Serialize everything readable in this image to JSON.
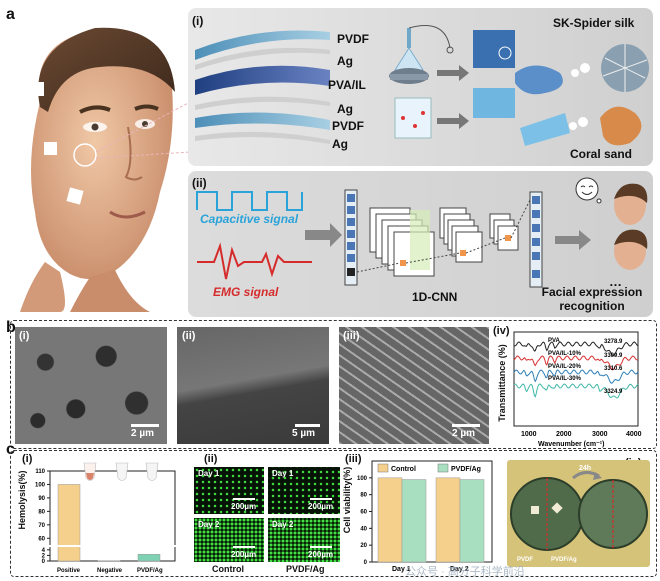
{
  "panel_labels": {
    "a": "a",
    "b": "b",
    "c": "c"
  },
  "a": {
    "i": {
      "tag": "(i)",
      "layers": [
        "PVDF",
        "Ag",
        "PVA/IL",
        "Ag",
        "PVDF",
        "Ag"
      ],
      "titles": [
        "SK-Spider silk",
        "Coral sand"
      ]
    },
    "ii": {
      "tag": "(ii)",
      "signal1": "Capacitive signal",
      "signal2": "EMG signal",
      "network": "1D-CNN",
      "ellipsis": "…",
      "output": "Facial expression recognition"
    }
  },
  "b": {
    "tags": [
      "(i)",
      "(ii)",
      "(iii)",
      "(iv)"
    ],
    "scales": [
      "2 µm",
      "5 µm",
      "2 µm"
    ],
    "ftir": {
      "ylabel": "Transmittance (%)",
      "xlabel": "Wavenumber (cm⁻¹)",
      "xticks": [
        "1000",
        "2000",
        "3000",
        "4000"
      ],
      "series": [
        "PVA",
        "PVA/IL-10%",
        "PVA/IL-20%",
        "PVA/IL-30%"
      ],
      "peaks": [
        "3278.9",
        "3309.9",
        "3310.6",
        "3324.9"
      ],
      "colors": [
        "#222222",
        "#d62f2f",
        "#2c7fb8",
        "#3fb8a6"
      ]
    }
  },
  "c": {
    "tags": [
      "(i)",
      "(ii)",
      "(iii)",
      "(iv)"
    ],
    "hemo": {
      "type": "bar",
      "ylabel": "Hemolysis(%)",
      "categories": [
        "Positive",
        "Negative",
        "PVDF/Ag"
      ],
      "yticks": [
        "0",
        "2",
        "4",
        "60",
        "70",
        "80",
        "90",
        "100",
        "110"
      ],
      "colors": [
        "#f5cf8c",
        "#ffffff",
        "#7fd1b3"
      ]
    },
    "live": {
      "labels": [
        "Day 1",
        "Day 1",
        "Day 2",
        "Day 2"
      ],
      "scales": [
        "200µm",
        "200µm",
        "200µm",
        "200µm"
      ],
      "groups": [
        "Control",
        "PVDF/Ag"
      ]
    },
    "via": {
      "ylabel": "Cell viability(%)",
      "legend": [
        "Control",
        "PVDF/Ag"
      ],
      "colors": [
        "#f5cf8c",
        "#a8dfc1"
      ],
      "categories": [
        "Day 1",
        "Day 2"
      ],
      "yticks": [
        "0",
        "20",
        "40",
        "60",
        "80",
        "100"
      ]
    },
    "anti": {
      "time": "24h",
      "labels": [
        "PVDF",
        "PVDF/Ag"
      ]
    }
  },
  "watermark": "公众号 · 高分子科学前沿",
  "chart_data": [
    {
      "type": "bar",
      "ylabel": "Hemolysis(%)",
      "categories": [
        "Positive",
        "Negative",
        "PVDF/Ag"
      ],
      "values": [
        100,
        0.1,
        2.4
      ],
      "ylim": [
        0,
        110
      ]
    },
    {
      "type": "bar",
      "ylabel": "Cell viability(%)",
      "categories": [
        "Day 1",
        "Day 2"
      ],
      "series": [
        {
          "name": "Control",
          "values": [
            100,
            100
          ]
        },
        {
          "name": "PVDF/Ag",
          "values": [
            98,
            98
          ]
        }
      ],
      "ylim": [
        0,
        120
      ]
    },
    {
      "type": "line",
      "xlabel": "Wavenumber (cm⁻¹)",
      "ylabel": "Transmittance (%)",
      "xlim": [
        500,
        4000
      ],
      "series": [
        {
          "name": "PVA",
          "peak": 3278.9
        },
        {
          "name": "PVA/IL-10%",
          "peak": 3309.9
        },
        {
          "name": "PVA/IL-20%",
          "peak": 3310.6
        },
        {
          "name": "PVA/IL-30%",
          "peak": 3324.9
        }
      ]
    }
  ]
}
